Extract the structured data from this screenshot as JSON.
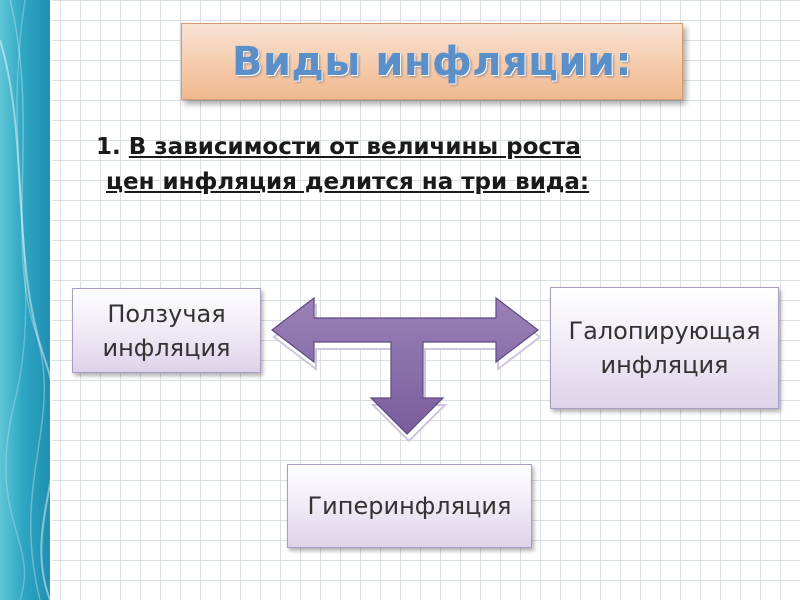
{
  "title": "Виды инфляции:",
  "subtitle": {
    "number": "1.",
    "line1": "В зависимости от величины роста",
    "line2": "цен инфляция делится на три вида:"
  },
  "boxes": {
    "left": "Ползучая инфляция",
    "right": "Галопирующая инфляция",
    "bottom": "Гиперинфляция"
  },
  "colors": {
    "arrow": "#8064a2",
    "box_border": "#a99bc2",
    "title_bg": "#f5c9a8",
    "title_text": "#5b8fc9",
    "side_band": "#2fa7c3"
  },
  "icons": {
    "arrow": "three-way-arrow-icon"
  }
}
